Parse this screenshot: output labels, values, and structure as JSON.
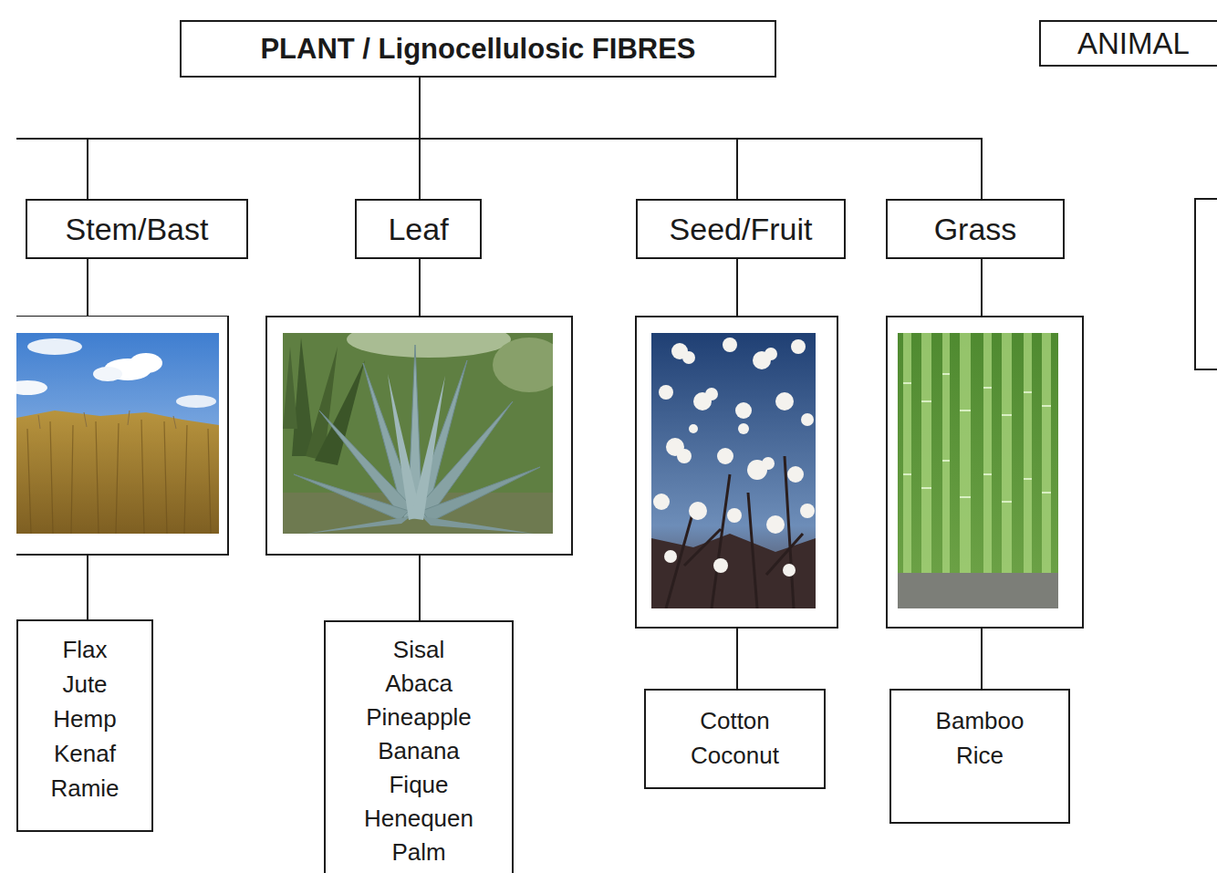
{
  "diagram": {
    "nodes": [
      {
        "text": [
          "PLANT / Lignocellulosic FIBRES"
        ]
      },
      {
        "text": [
          "ANIMAL"
        ]
      },
      {
        "text": [
          "Stem/Bast"
        ]
      },
      {
        "text": [
          "Leaf"
        ]
      },
      {
        "text": [
          "Seed/Fruit"
        ]
      },
      {
        "text": [
          "Grass"
        ]
      },
      {
        "text": [
          "Flax",
          "Jute",
          "Hemp",
          "Kenaf",
          "Ramie"
        ]
      },
      {
        "text": [
          "Sisal",
          "Abaca",
          "Pineapple",
          "Banana",
          "Fique",
          "Henequen",
          "Palm"
        ]
      },
      {
        "text": [
          "Cotton",
          "Coconut"
        ]
      },
      {
        "text": [
          "Bamboo",
          "Rice"
        ]
      }
    ],
    "edges": [
      {
        "from": 0,
        "to": 2,
        "arrow": "none"
      },
      {
        "from": 0,
        "to": 3,
        "arrow": "none"
      },
      {
        "from": 0,
        "to": 4,
        "arrow": "none"
      },
      {
        "from": 0,
        "to": 5,
        "arrow": "none"
      },
      {
        "from": 2,
        "to": 6,
        "arrow": "none"
      },
      {
        "from": 3,
        "to": 7,
        "arrow": "none"
      },
      {
        "from": 4,
        "to": 8,
        "arrow": "none"
      },
      {
        "from": 5,
        "to": 9,
        "arrow": "none"
      }
    ]
  }
}
